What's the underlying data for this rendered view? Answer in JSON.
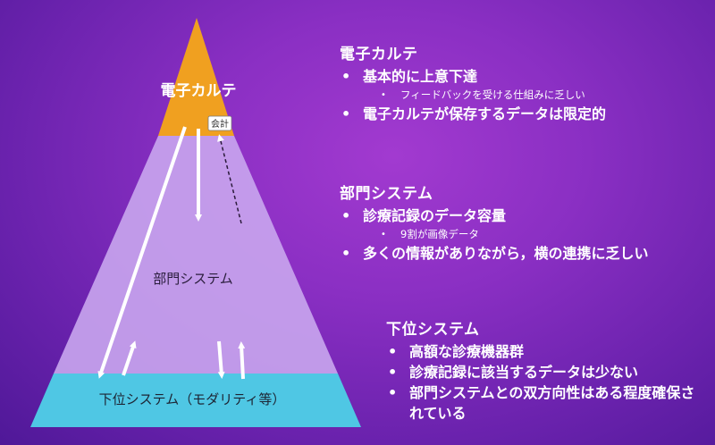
{
  "pyramid": {
    "top_label": "電子カルテ",
    "middle_label": "部門システム",
    "bottom_label": "下位システム（モダリティ等）",
    "badge": "会計",
    "colors": {
      "top": "#f0a020",
      "middle": "#c9a6ee",
      "bottom": "#4fc7e4",
      "arrow": "#ffffff"
    }
  },
  "sections": {
    "emr": {
      "title": "電子カルテ",
      "bullets": [
        {
          "text": "基本的に上意下達",
          "sub": [
            "フィードバックを受ける仕組みに乏しい"
          ]
        },
        {
          "text": "電子カルテが保存するデータは限定的"
        }
      ]
    },
    "dept": {
      "title": "部門システム",
      "bullets": [
        {
          "text": "診療記録のデータ容量",
          "sub": [
            "9割が画像データ"
          ]
        },
        {
          "text": "多くの情報がありながら，横の連携に乏しい"
        }
      ]
    },
    "lower": {
      "title": "下位システム",
      "bullets": [
        {
          "text": "高額な診療機器群"
        },
        {
          "text": "診療記録に該当するデータは少ない"
        },
        {
          "text": "部門システムとの双方向性はある程度確保されている"
        }
      ]
    }
  }
}
